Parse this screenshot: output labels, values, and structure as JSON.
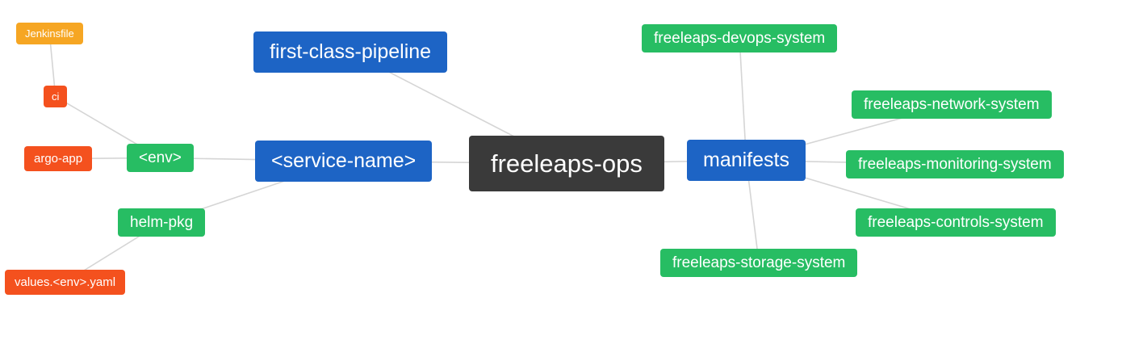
{
  "diagram": {
    "type": "mindmap",
    "root": "freeleaps-ops",
    "colors": {
      "background": "#ffffff",
      "root_bg": "#3a3a3a",
      "branch_bg": "#1d64c5",
      "green_bg": "#27bd63",
      "red_bg": "#f4511e",
      "orange_bg": "#f6a623",
      "text": "#ffffff",
      "edge": "#d5d5d5"
    },
    "nodes": [
      {
        "id": "freeleaps-ops",
        "label": "freeleaps-ops"
      },
      {
        "id": "first-class-pipeline",
        "label": "first-class-pipeline"
      },
      {
        "id": "service-name",
        "label": "<service-name>"
      },
      {
        "id": "manifests",
        "label": "manifests"
      },
      {
        "id": "env",
        "label": "<env>"
      },
      {
        "id": "helm-pkg",
        "label": "helm-pkg"
      },
      {
        "id": "ci",
        "label": "ci"
      },
      {
        "id": "argo-app",
        "label": "argo-app"
      },
      {
        "id": "jenkinsfile",
        "label": "Jenkinsfile"
      },
      {
        "id": "values-env-yaml",
        "label": "values.<env>.yaml"
      },
      {
        "id": "freeleaps-devops-system",
        "label": "freeleaps-devops-system"
      },
      {
        "id": "freeleaps-network-system",
        "label": "freeleaps-network-system"
      },
      {
        "id": "freeleaps-monitoring-system",
        "label": "freeleaps-monitoring-system"
      },
      {
        "id": "freeleaps-controls-system",
        "label": "freeleaps-controls-system"
      },
      {
        "id": "freeleaps-storage-system",
        "label": "freeleaps-storage-system"
      }
    ],
    "edges": [
      [
        "freeleaps-ops",
        "first-class-pipeline"
      ],
      [
        "freeleaps-ops",
        "service-name"
      ],
      [
        "freeleaps-ops",
        "manifests"
      ],
      [
        "service-name",
        "env"
      ],
      [
        "service-name",
        "helm-pkg"
      ],
      [
        "env",
        "ci"
      ],
      [
        "env",
        "argo-app"
      ],
      [
        "ci",
        "jenkinsfile"
      ],
      [
        "helm-pkg",
        "values-env-yaml"
      ],
      [
        "manifests",
        "freeleaps-devops-system"
      ],
      [
        "manifests",
        "freeleaps-network-system"
      ],
      [
        "manifests",
        "freeleaps-monitoring-system"
      ],
      [
        "manifests",
        "freeleaps-controls-system"
      ],
      [
        "manifests",
        "freeleaps-storage-system"
      ]
    ]
  }
}
